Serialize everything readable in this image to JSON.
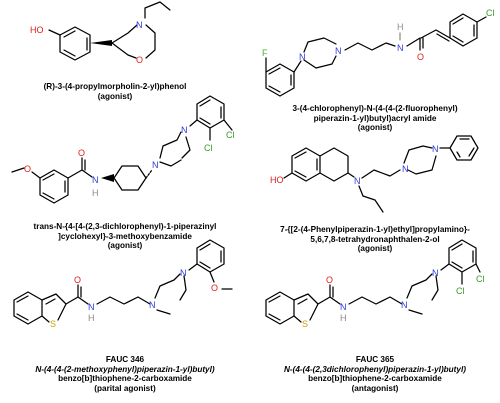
{
  "atom_colors": {
    "oxygen": "#e0201b",
    "nitrogen": "#2a3bd6",
    "fluorine": "#4cae2c",
    "chlorine": "#3a9a2a",
    "sulfur": "#c7a300",
    "hydrogen": "#8a8a8a",
    "carbon": "#000000"
  },
  "compounds": [
    {
      "id": "c1",
      "lines": [
        "(R)-3-(4-propylmorpholin-2-yl)phenol",
        "(agonist)"
      ]
    },
    {
      "id": "c2",
      "lines": [
        "3-(4-chlorophenyl)-N-(4-(4-(2-fluorophenyl)",
        "piperazin-1-yl)butyl)acryl amide",
        "(agonist)"
      ]
    },
    {
      "id": "c3",
      "lines": [
        "trans-N-{4-[4-(2,3-dichlorophenyl)-1-piperazinyl",
        "]cyclohexyl}-3-methoxybenzamide",
        "(agonist)"
      ]
    },
    {
      "id": "c4",
      "lines": [
        "7-{[2-(4-Phenylpiperazin-1-yl)ethyl]propylamino}-",
        "5,6,7,8-tetrahydronaphthalen-2-ol",
        "(agonist)"
      ]
    },
    {
      "id": "c5",
      "lines": [
        "FAUC  346",
        "N-(4-(4-(2-methoxyphenyl)piperazin-1-yl)butyl)",
        "benzo[b]thiophene-2-carboxamide",
        "(parital agonist)"
      ]
    },
    {
      "id": "c6",
      "lines": [
        "FAUC  365",
        "N-(4-(4-(2,3dichlorophenyl)piperazin-1-yl)butyl)",
        "benzo[b]thiophene-2-carboxamide",
        "(antagonist)"
      ]
    }
  ],
  "atoms": {
    "ho": "HO",
    "o": "O",
    "n": "N",
    "h": "H",
    "f": "F",
    "cl": "Cl",
    "s": "S"
  }
}
